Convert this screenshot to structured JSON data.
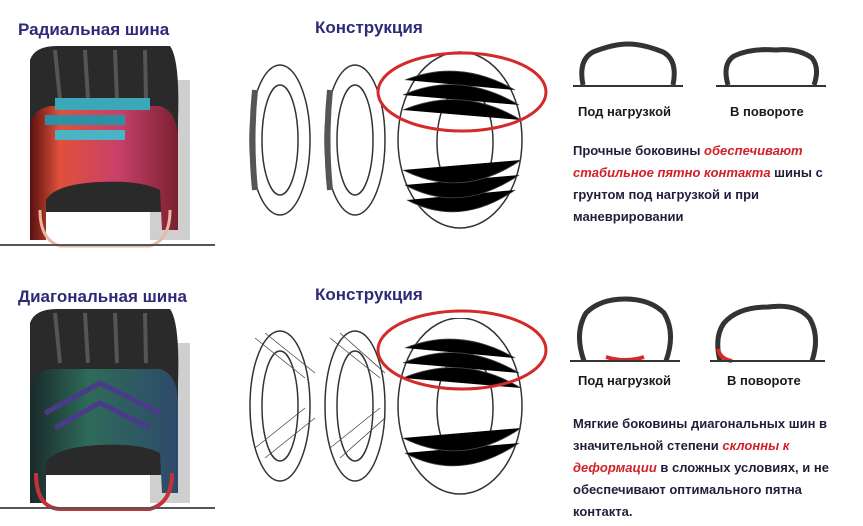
{
  "colors": {
    "title": "#2e2a78",
    "highlight": "#d0202a",
    "ellipse": "#d42a2a"
  },
  "radial": {
    "title": "Радиальная шина",
    "construction_title": "Конструкция",
    "caption_load": "Под нагрузкой",
    "caption_turn": "В повороте",
    "desc": {
      "p1": "Прочные боковины ",
      "h1": "обеспечивают стабильное пятно контакта",
      "p2": " шины с грунтом под нагрузкой и при маневрировании"
    }
  },
  "diagonal": {
    "title": "Диагональная шина",
    "construction_title": "Конструкция",
    "caption_load": "Под нагрузкой",
    "caption_turn": "В повороте",
    "desc": {
      "p1": "Мягкие боковины диагональных шин в значительной степени ",
      "h1": "склонны к деформации",
      "p2": " в сложных условиях, и не обеспечивают оптимального пятна контакта."
    }
  }
}
